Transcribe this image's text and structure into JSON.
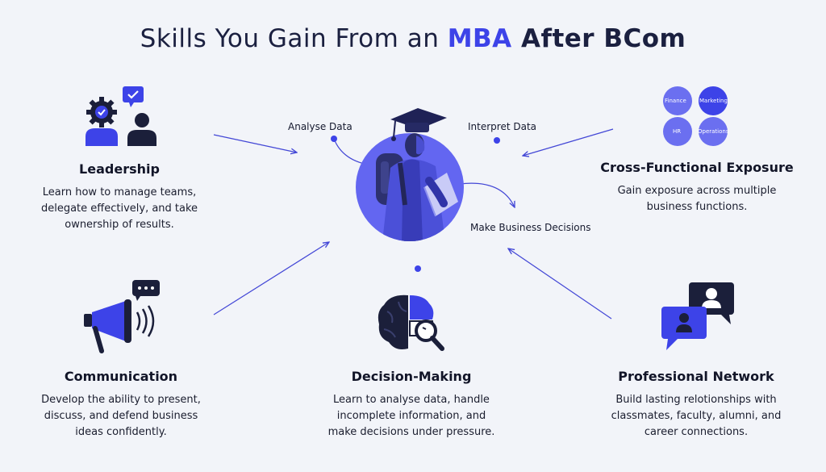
{
  "title": {
    "part1": "Skills You Gain From an ",
    "part2": "MBA",
    "part3": " After BCom"
  },
  "center": {
    "labels": {
      "analyse": "Analyse Data",
      "interpret": "Interpret Data",
      "decisions": "Make Business Decisions"
    }
  },
  "functions": {
    "finance": "Finance",
    "marketing": "Marketing",
    "hr": "HR",
    "operations": "Operations"
  },
  "skills": {
    "leadership": {
      "title": "Leadership",
      "description": "Learn how to manage teams,\ndelegate effectively,  and take\nownership of results."
    },
    "cross": {
      "title": "Cross-Functional Exposure",
      "description": "Gain exposure across multiple\nbusiness functions."
    },
    "communication": {
      "title": "Communication",
      "description": "Develop the ability to present,\ndiscuss, and defend business\nideas confidently."
    },
    "decision": {
      "title": "Decision-Making",
      "description": "Learn to analyse data, handle\nincomplete information, and\nmake decisions under pressure."
    },
    "network": {
      "title": "Professional Network",
      "description": "Build lasting relotionships with\nclassmates, faculty, alumni, and\ncareer connections."
    }
  },
  "colors": {
    "accent": "#3d43e8",
    "dark": "#1b1f3a",
    "purple_light": "#6b6ff0",
    "purple_pale": "#a9acf6"
  }
}
